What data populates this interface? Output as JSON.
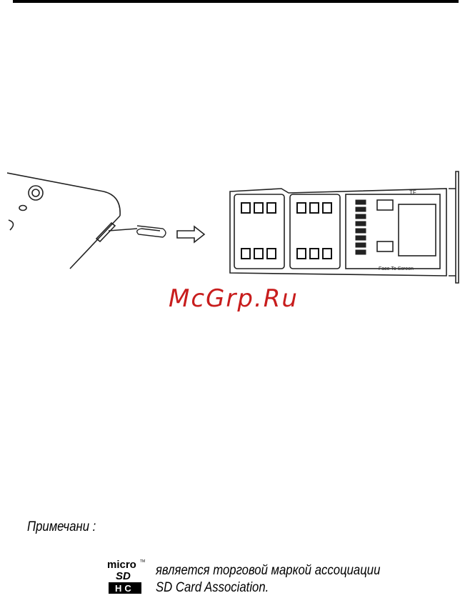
{
  "watermark": {
    "text": "McGrp.Ru"
  },
  "tray_labels": {
    "tf_label": "TF",
    "face_label": "Face To Screen"
  },
  "note": {
    "label": "Примечани :"
  },
  "logo": {
    "micro": "micro",
    "sd": "SD",
    "hc": "HC",
    "tm": "TM"
  },
  "trademark": {
    "line1": "является торговой маркой ассоциации",
    "line2": "SD Card Association."
  }
}
